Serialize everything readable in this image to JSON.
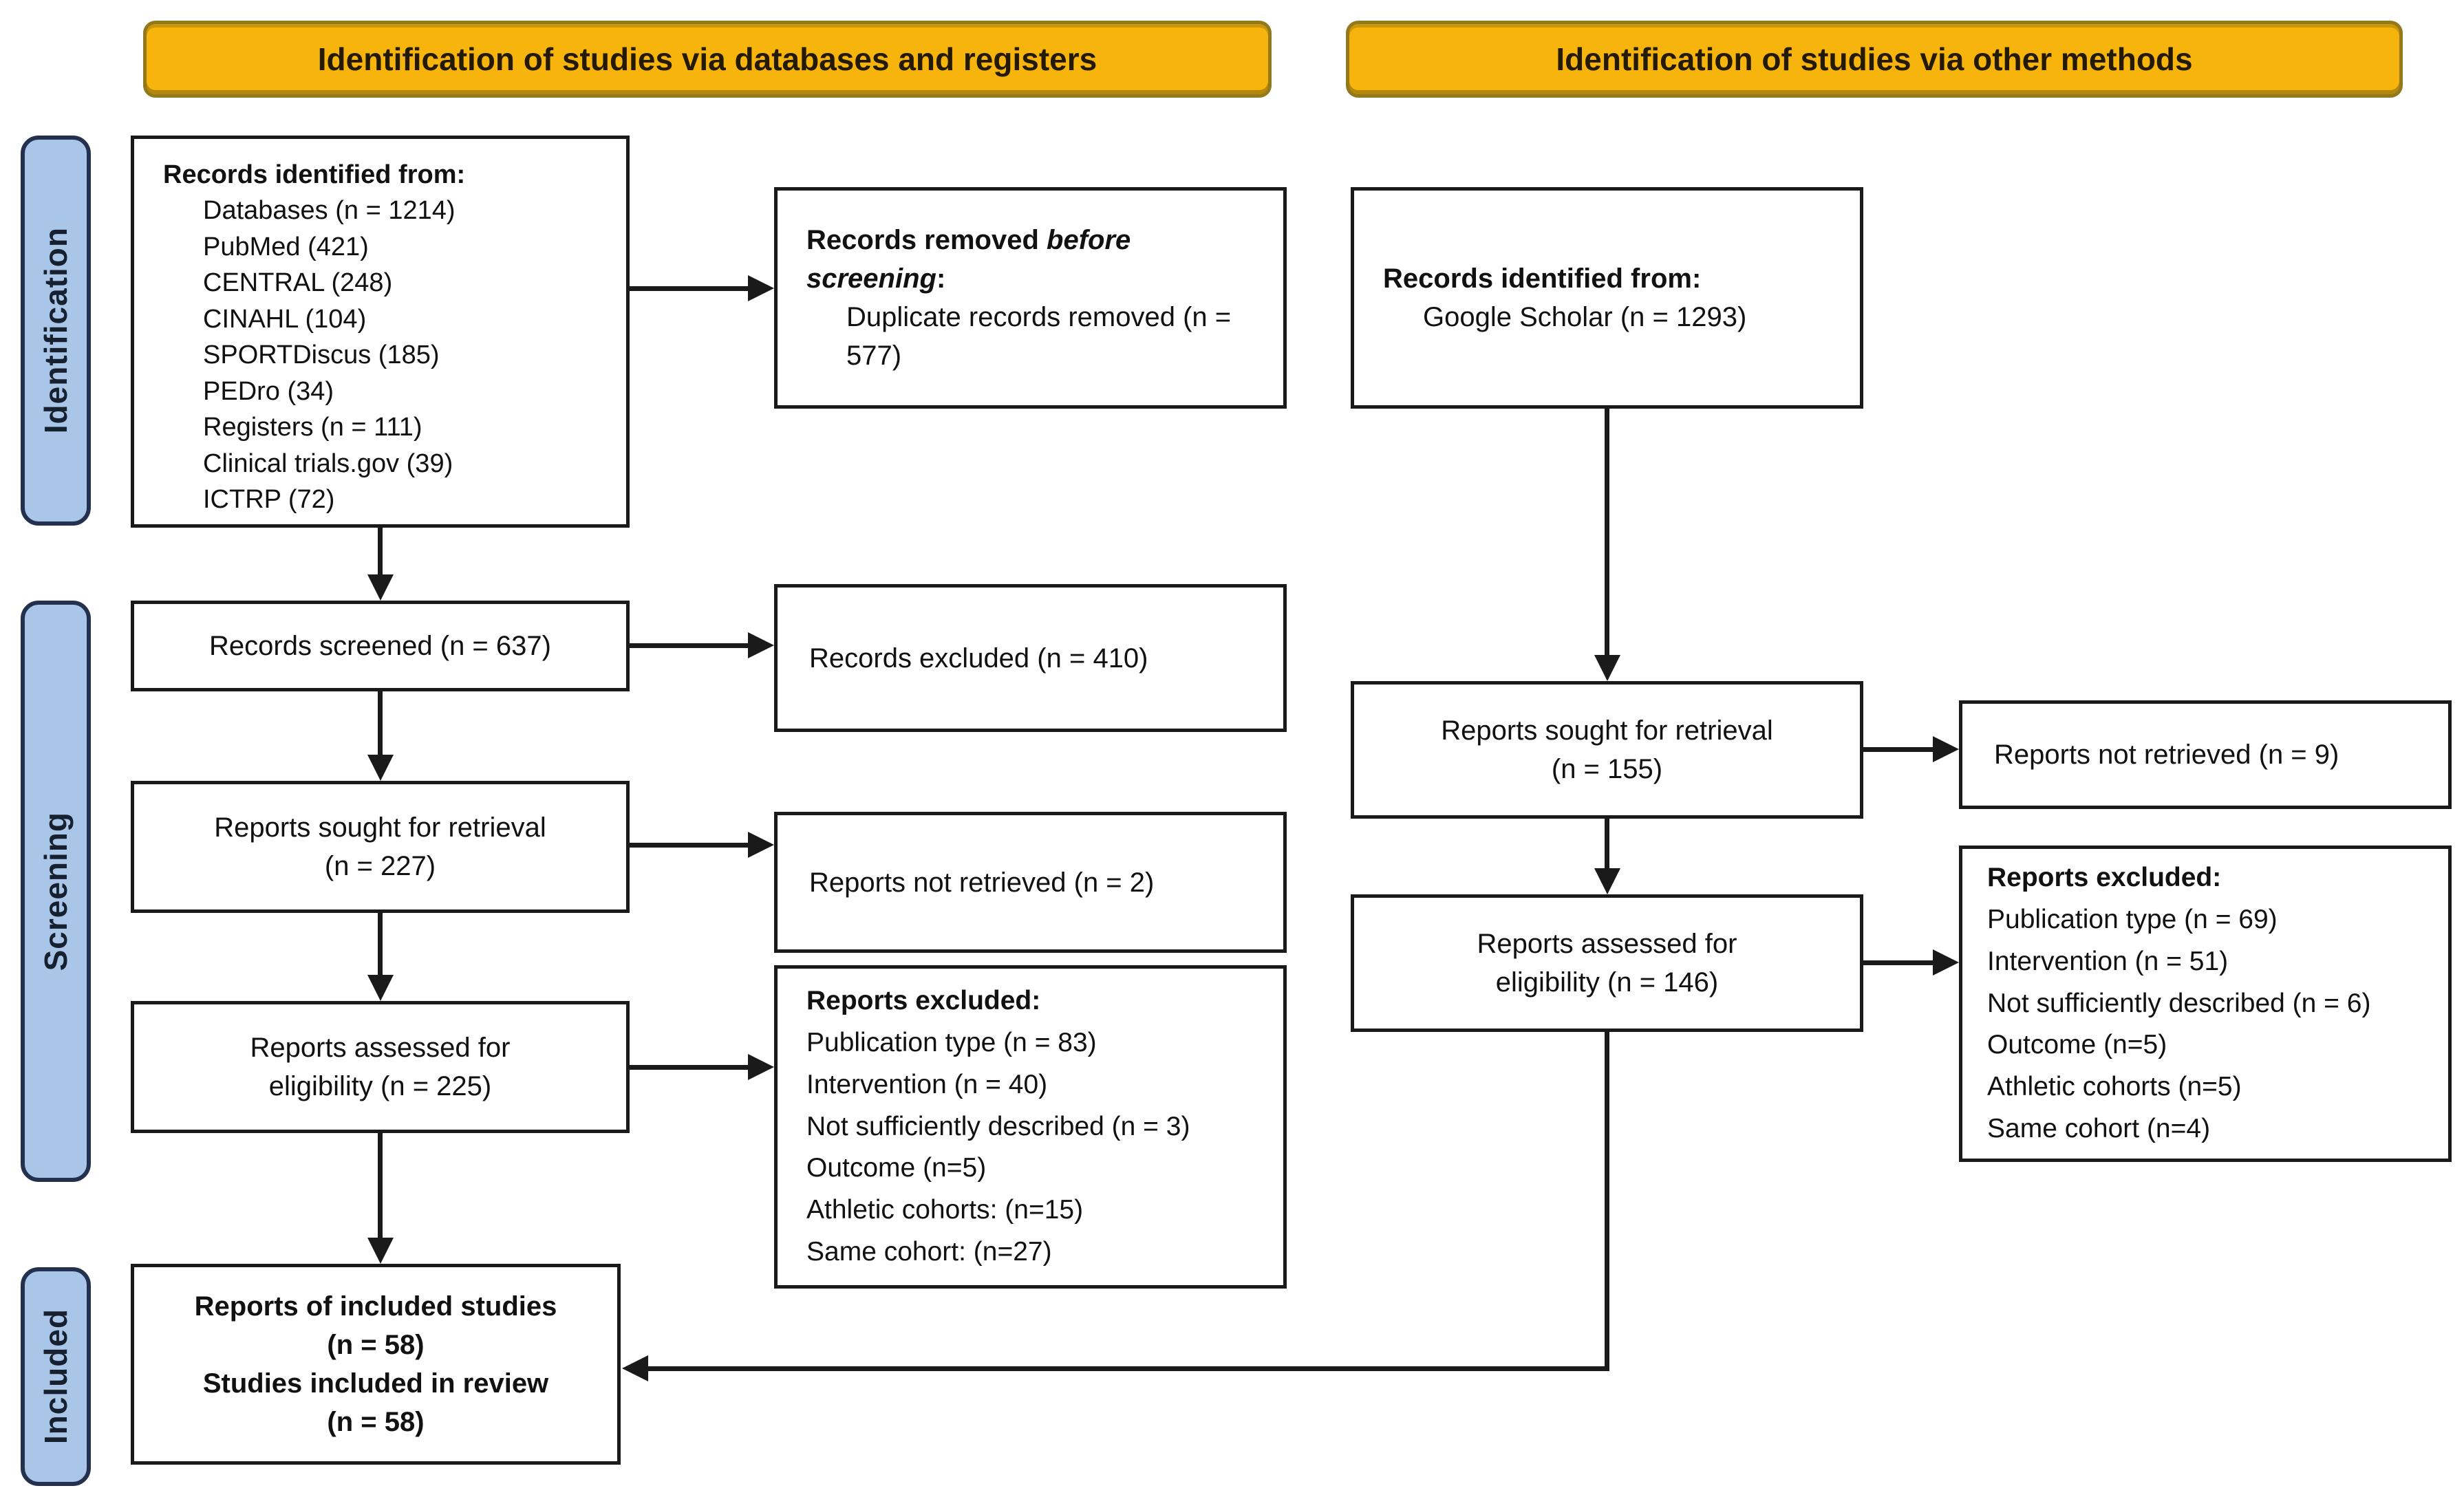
{
  "colors": {
    "banner_bg": "#F6B40C",
    "banner_border": "#93791B",
    "sidebar_bg": "#A9C6E8",
    "sidebar_border": "#24314E",
    "box_border": "#1A1A1A",
    "arrow": "#1A1A1A"
  },
  "headers": {
    "left": "Identification of studies via databases and registers",
    "right": "Identification of studies via other methods"
  },
  "sidebar": {
    "identification": "Identification",
    "screening": "Screening",
    "included": "Included"
  },
  "boxes": {
    "records_identified": {
      "title": "Records identified from:",
      "items": [
        "Databases (n = 1214)",
        "PubMed (421)",
        "CENTRAL (248)",
        "CINAHL (104)",
        "SPORTDiscus (185)",
        "PEDro (34)",
        "Registers (n = 111)",
        "Clinical trials.gov (39)",
        "ICTRP (72)"
      ]
    },
    "records_removed": {
      "title_prefix": "Records removed ",
      "title_emphasis": "before screening",
      "title_suffix": ":",
      "items": [
        "Duplicate records removed (n = 577)"
      ]
    },
    "google_scholar": {
      "title": "Records identified from:",
      "items": [
        "Google Scholar (n = 1293)"
      ]
    },
    "records_screened": {
      "label": "Records screened (n = 637)"
    },
    "records_excluded": {
      "label": "Records excluded (n = 410)"
    },
    "reports_sought_left": {
      "lines": [
        "Reports sought for retrieval",
        "(n = 227)"
      ]
    },
    "reports_not_retrieved_left": {
      "label": "Reports not retrieved (n = 2)"
    },
    "reports_assessed_left": {
      "lines": [
        "Reports assessed for",
        "eligibility (n = 225)"
      ]
    },
    "reports_excluded_left": {
      "title": "Reports excluded:",
      "items": [
        "Publication type (n = 83)",
        "Intervention (n = 40)",
        "Not sufficiently described (n = 3)",
        "Outcome (n=5)",
        "Athletic cohorts: (n=15)",
        "Same cohort: (n=27)"
      ]
    },
    "reports_sought_right": {
      "lines": [
        "Reports sought for retrieval",
        "(n = 155)"
      ]
    },
    "reports_not_retrieved_right": {
      "label": "Reports not retrieved (n = 9)"
    },
    "reports_assessed_right": {
      "lines": [
        "Reports assessed for",
        "eligibility (n = 146)"
      ]
    },
    "reports_excluded_right": {
      "title": "Reports excluded:",
      "items": [
        "Publication type (n = 69)",
        "Intervention (n = 51)",
        "Not sufficiently described (n = 6)",
        "Outcome (n=5)",
        "Athletic cohorts (n=5)",
        "Same cohort (n=4)"
      ]
    },
    "included": {
      "lines": [
        "Reports of included studies",
        "(n = 58)",
        "Studies included in review",
        "(n = 58)"
      ]
    }
  }
}
